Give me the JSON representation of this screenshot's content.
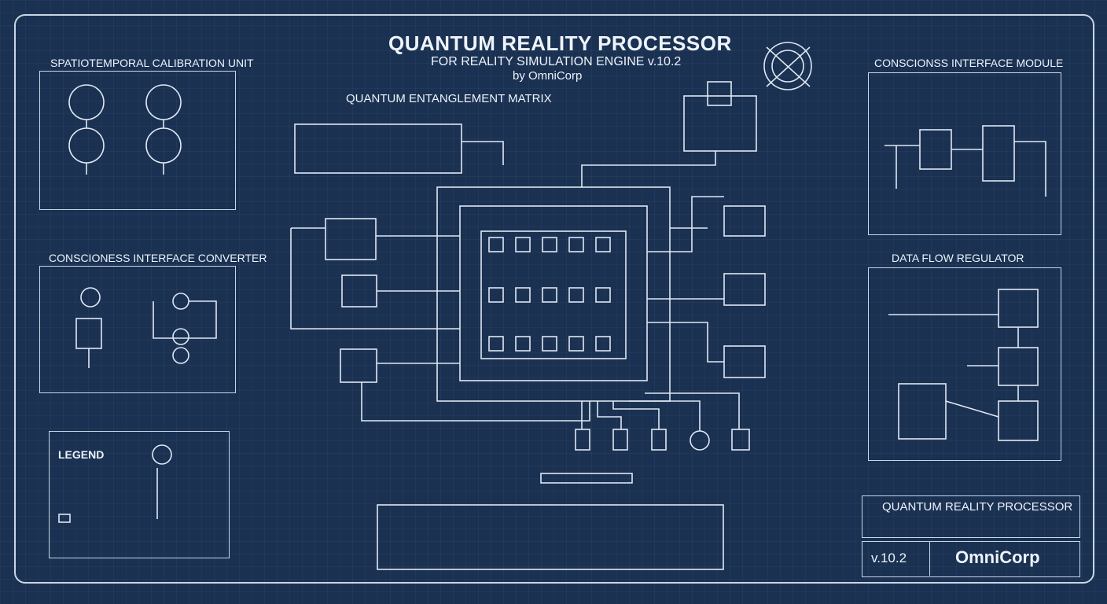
{
  "header": {
    "title": "QUANTUM REALITY PROCESSOR",
    "subtitle": "FOR REALITY SIMULATION ENGINE v.10.2",
    "byline": "by OmniCorp"
  },
  "matrix": {
    "label": "QUANTUM ENTANGLEMENT MATRIX"
  },
  "panels": {
    "calibration": {
      "title": "SPATIOTEMPORAL CALIBRATION UNIT"
    },
    "converter": {
      "title": "CONSCIONESS INTERFACE CONVERTER"
    },
    "interface_module": {
      "title": "CONSCIONSS INTERFACE MODULE"
    },
    "regulator": {
      "title": "DATA FLOW REGULATOR"
    },
    "legend": {
      "title": "LEGEND"
    }
  },
  "title_block": {
    "title": "QUANTUM REALITY PROCESSOR",
    "version": "v.10.2",
    "company": "OmniCorp"
  },
  "colors": {
    "background": "#1a3152",
    "line": "#dfe8f3"
  }
}
